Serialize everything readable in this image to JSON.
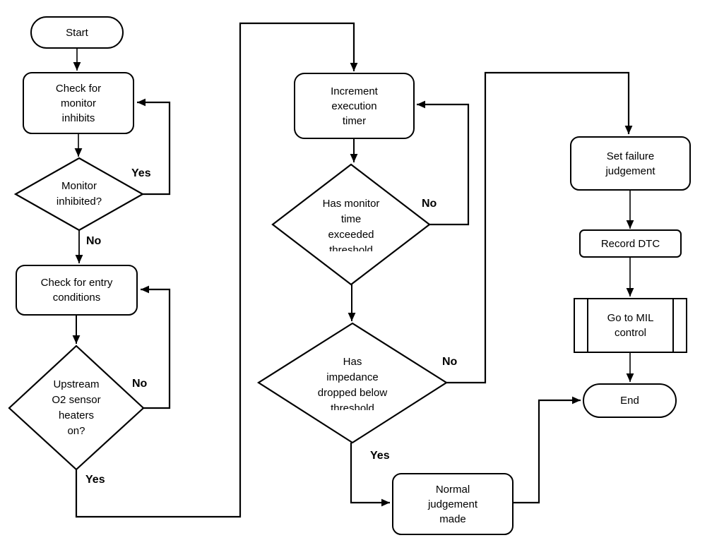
{
  "colors": {
    "line": "#000000",
    "background": "#ffffff",
    "text": "#000000"
  },
  "nodes": {
    "start": {
      "label": "Start"
    },
    "check_inhibits": {
      "label": "Check for\nmonitor\ninhibits"
    },
    "monitor_inhibited": {
      "label": "Monitor\ninhibited?"
    },
    "check_entry": {
      "label": "Check for entry\nconditions"
    },
    "o2_heaters": {
      "label": "Upstream\nO2 sensor\nheaters\non?"
    },
    "increment_timer": {
      "label": "Increment\nexecution\ntimer"
    },
    "monitor_time": {
      "label": "Has monitor\ntime\nexceeded\nthreshold"
    },
    "impedance": {
      "label": "Has\nimpedance\ndropped below\nthreshold"
    },
    "set_failure": {
      "label": "Set failure\njudgement"
    },
    "record_dtc": {
      "label": "Record DTC"
    },
    "mil_control": {
      "label": "Go to MIL\ncontrol"
    },
    "end": {
      "label": "End"
    },
    "normal_judgement": {
      "label": "Normal\njudgement\nmade"
    }
  },
  "edge_labels": {
    "monitor_inhibited_yes": "Yes",
    "monitor_inhibited_no": "No",
    "o2_heaters_no": "No",
    "o2_heaters_yes": "Yes",
    "monitor_time_no": "No",
    "impedance_no": "No",
    "impedance_yes": "Yes"
  }
}
